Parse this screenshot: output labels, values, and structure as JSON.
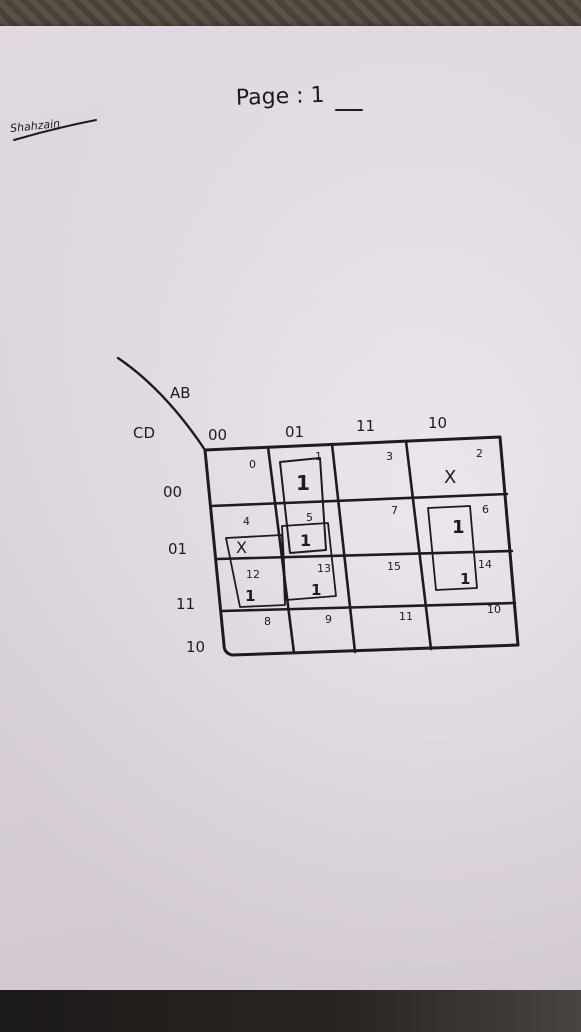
{
  "page_label": "Page : 1",
  "signature_text": "Shahzain",
  "map": {
    "row_var": "CD",
    "col_var": "AB",
    "col_labels": [
      "00",
      "01",
      "11",
      "10"
    ],
    "row_labels": [
      "00",
      "01",
      "11",
      "10"
    ],
    "cells": [
      [
        {
          "index": "0",
          "value": ""
        },
        {
          "index": "1",
          "value": "1"
        },
        {
          "index": "3",
          "value": ""
        },
        {
          "index": "2",
          "value": "X"
        }
      ],
      [
        {
          "index": "4",
          "value": "X"
        },
        {
          "index": "5",
          "value": "1"
        },
        {
          "index": "7",
          "value": ""
        },
        {
          "index": "6",
          "value": "1"
        }
      ],
      [
        {
          "index": "12",
          "value": "1"
        },
        {
          "index": "13",
          "value": "1"
        },
        {
          "index": "15",
          "value": ""
        },
        {
          "index": "14",
          "value": "1"
        }
      ],
      [
        {
          "index": "8",
          "value": ""
        },
        {
          "index": "9",
          "value": ""
        },
        {
          "index": "11",
          "value": ""
        },
        {
          "index": "10",
          "value": ""
        }
      ]
    ]
  },
  "ink_color": "#1b1b22"
}
